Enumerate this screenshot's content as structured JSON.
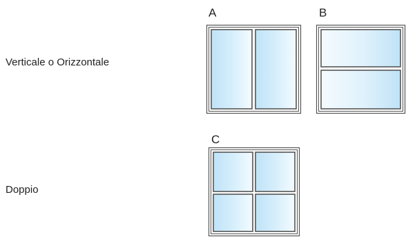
{
  "rows": [
    {
      "label": "Verticale o Orizzontale"
    },
    {
      "label": "Doppio"
    }
  ],
  "windows": [
    {
      "letter": "A",
      "layout": "vertical-split",
      "panes": 2
    },
    {
      "letter": "B",
      "layout": "horizontal-split",
      "panes": 2
    },
    {
      "letter": "C",
      "layout": "grid-2x2",
      "panes": 4
    }
  ],
  "colors": {
    "frame": "#555555",
    "frame_inner": "#ffffff",
    "glass_light": "#f4fbff",
    "glass_dark": "#bfe3f7"
  }
}
